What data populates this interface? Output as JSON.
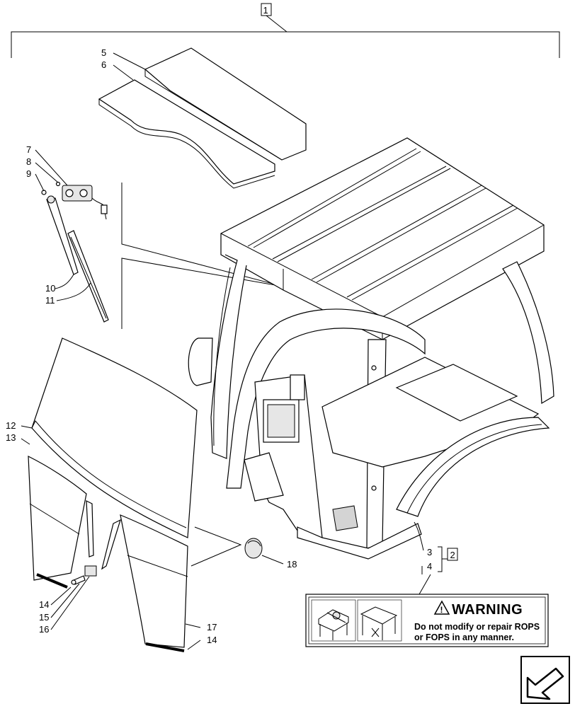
{
  "diagram": {
    "callouts": {
      "c1": "1",
      "c2": "2",
      "c3": "3",
      "c4": "4",
      "c5": "5",
      "c6": "6",
      "c7": "7",
      "c8": "8",
      "c9": "9",
      "c10": "10",
      "c11": "11",
      "c12": "12",
      "c13": "13",
      "c14a": "14",
      "c14b": "14",
      "c15": "15",
      "c16": "16",
      "c17": "17",
      "c18": "18"
    },
    "warning_decal": {
      "title": "WARNING",
      "line1": "Do not modify or repair ROPS",
      "line2": "or FOPS in any manner."
    },
    "nav_icon": "next-page-arrow-icon"
  }
}
